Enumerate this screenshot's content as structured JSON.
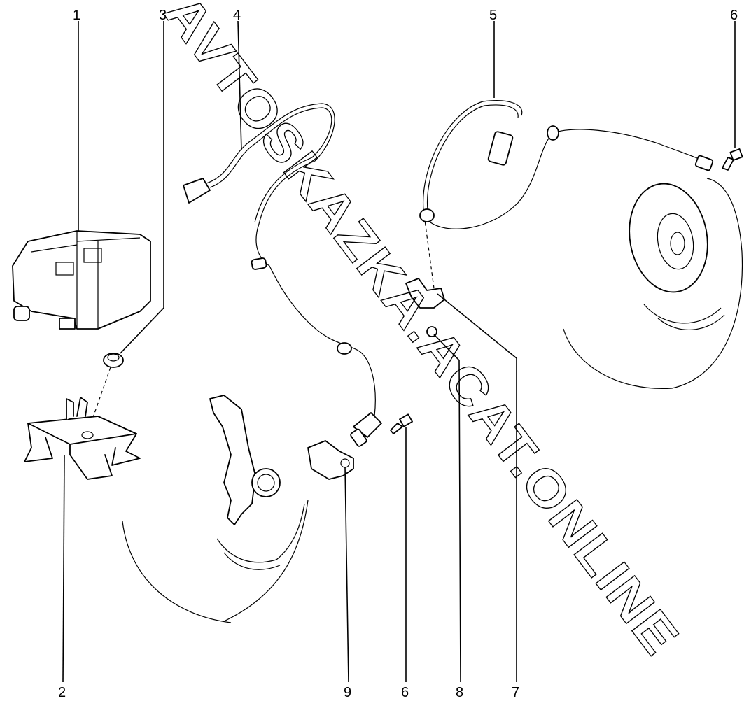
{
  "diagram": {
    "watermark": "AVTOSKAZKA.ACAT.ONLINE",
    "callouts_top": [
      {
        "id": "c1",
        "label": "1",
        "part": "abs-unit"
      },
      {
        "id": "c3",
        "label": "3",
        "part": "grommet"
      },
      {
        "id": "c4",
        "label": "4",
        "part": "front-wheel-sensor"
      },
      {
        "id": "c5",
        "label": "5",
        "part": "rear-wheel-sensor"
      },
      {
        "id": "c6a",
        "label": "6",
        "part": "bolt-rear"
      }
    ],
    "callouts_bottom": [
      {
        "id": "c2",
        "label": "2",
        "part": "abs-bracket"
      },
      {
        "id": "c9",
        "label": "9",
        "part": "sensor-holder"
      },
      {
        "id": "c6b",
        "label": "6",
        "part": "bolt-front"
      },
      {
        "id": "c8",
        "label": "8",
        "part": "clip"
      },
      {
        "id": "c7",
        "label": "7",
        "part": "cable-bracket"
      }
    ]
  }
}
